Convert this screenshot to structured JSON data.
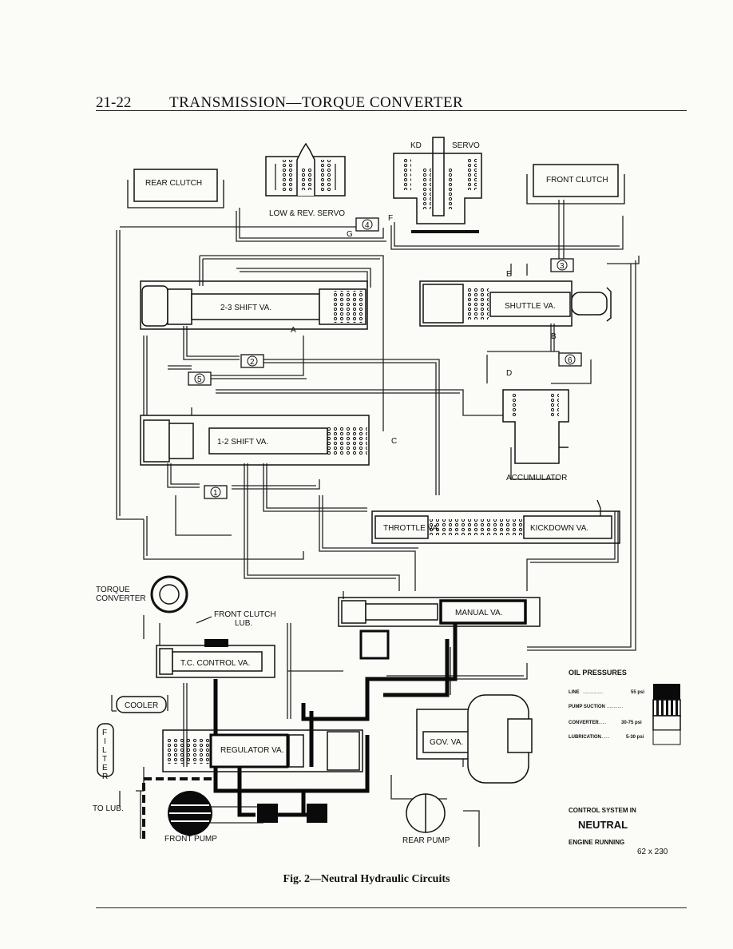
{
  "header": {
    "page_number": "21-22",
    "title": "TRANSMISSION—TORQUE CONVERTER"
  },
  "components": {
    "rear_clutch": "REAR CLUTCH",
    "front_clutch": "FRONT CLUTCH",
    "low_rev_servo": "LOW & REV. SERVO",
    "kd": "KD",
    "servo": "SERVO",
    "shift_23": "2-3 SHIFT VA.",
    "shuttle": "SHUTTLE VA.",
    "shift_12": "1-2 SHIFT VA.",
    "accumulator": "ACCUMULATOR",
    "throttle": "THROTTLE VA.",
    "kickdown": "KICKDOWN VA.",
    "torque_converter": "TORQUE\nCONVERTER",
    "front_clutch_lub": "FRONT CLUTCH\nLUB.",
    "manual": "MANUAL VA.",
    "tc_control": "T.C. CONTROL VA.",
    "cooler": "COOLER",
    "filter": "FILTER",
    "regulator": "REGULATOR VA.",
    "gov": "GOV. VA.",
    "to_lub": "TO LUB.",
    "front_pump": "FRONT PUMP",
    "rear_pump": "REAR PUMP"
  },
  "circle_markers": [
    "1",
    "2",
    "3",
    "4",
    "5",
    "6"
  ],
  "letter_markers": [
    "A",
    "B",
    "C",
    "D",
    "E",
    "F",
    "G"
  ],
  "legend": {
    "title": "OIL PRESSURES",
    "items": [
      {
        "label": "LINE",
        "value": "55 psi",
        "pattern": "solid"
      },
      {
        "label": "PUMP SUCTION",
        "value": "",
        "pattern": "striped"
      },
      {
        "label": "CONVERTER",
        "value": "30-75 psi",
        "pattern": "outline"
      },
      {
        "label": "LUBRICATION",
        "value": "5-30 psi",
        "pattern": "outline-thin"
      }
    ]
  },
  "status": {
    "line1": "CONTROL SYSTEM IN",
    "mode": "NEUTRAL",
    "line3": "ENGINE RUNNING",
    "figure_code": "62 x 230"
  },
  "caption": "Fig. 2—Neutral Hydraulic Circuits"
}
